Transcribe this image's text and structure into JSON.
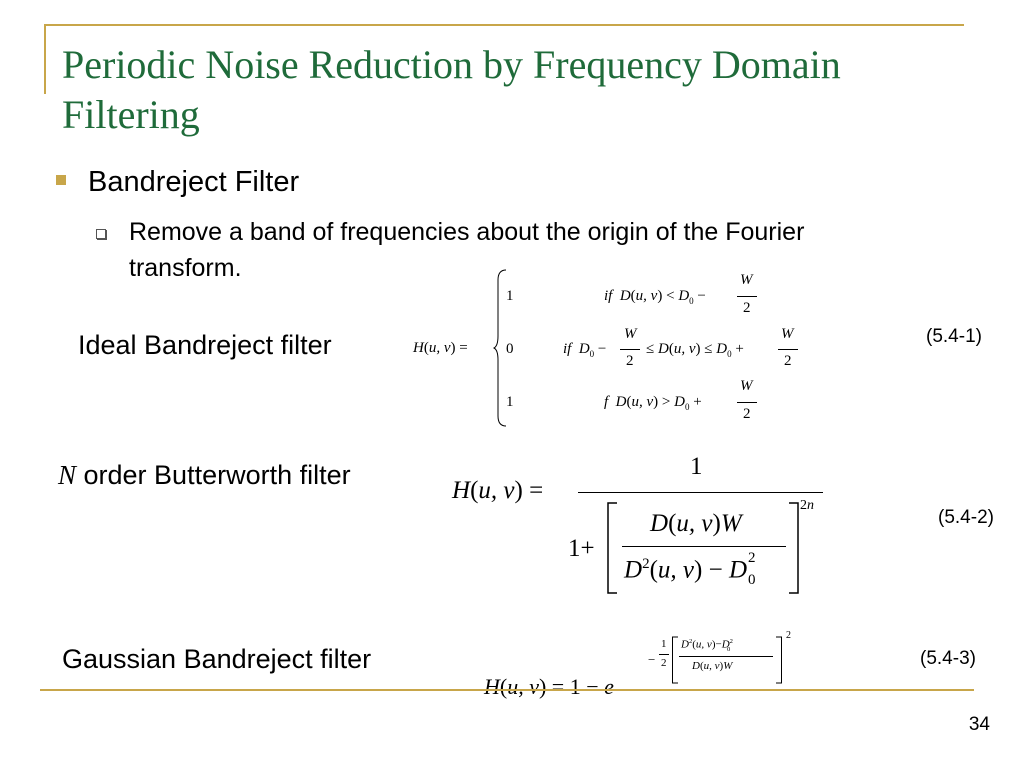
{
  "slide": {
    "title": "Periodic Noise Reduction by Frequency Domain Filtering",
    "bullet1": "Bandreject Filter",
    "bullet2": "Remove a band of frequencies about the origin of the Fourier transform.",
    "page_number": "34"
  },
  "labels": {
    "ideal": "Ideal Bandreject filter",
    "butterworth_n": "N",
    "butterworth_rest": " order Butterworth filter",
    "gaussian": "Gaussian Bandreject filter"
  },
  "equation_numbers": {
    "eq1": "(5.4-1)",
    "eq2": "(5.4-2)",
    "eq3": "(5.4-3)"
  },
  "colors": {
    "title": "#1f6b3a",
    "accent": "#c8a64a"
  }
}
